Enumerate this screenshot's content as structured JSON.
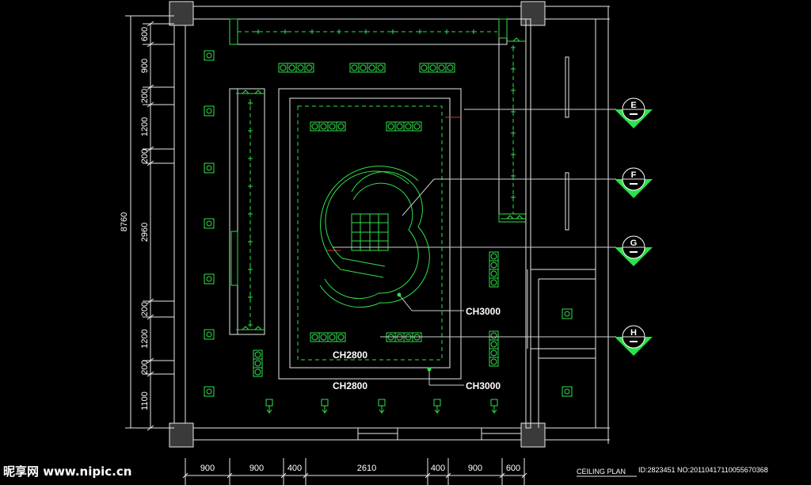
{
  "labels": {
    "ch3000_upper": "CH3000",
    "ch3000_lower": "CH3000",
    "ch2800_inner": "CH2800",
    "ch2800_outer": "CH2800",
    "caption": "CEILING PLAN",
    "watermark": "昵享网 www.nipic.cn",
    "image_id": "ID:2823451 NO:20110417110055670368"
  },
  "section_markers": [
    "E",
    "F",
    "G",
    "H"
  ],
  "left_dimensions": {
    "total": "8760",
    "segments": [
      "600",
      "900",
      "200",
      "1200",
      "200",
      "2960",
      "200",
      "1200",
      "200",
      "1100"
    ]
  },
  "bottom_dimensions": {
    "segments": [
      "900",
      "900",
      "400",
      "2610",
      "400",
      "900",
      "600"
    ]
  },
  "colors": {
    "linework": "#e8e8e8",
    "fixtures": "#2fe04a",
    "accent": "#e03030",
    "background": "#000000"
  }
}
